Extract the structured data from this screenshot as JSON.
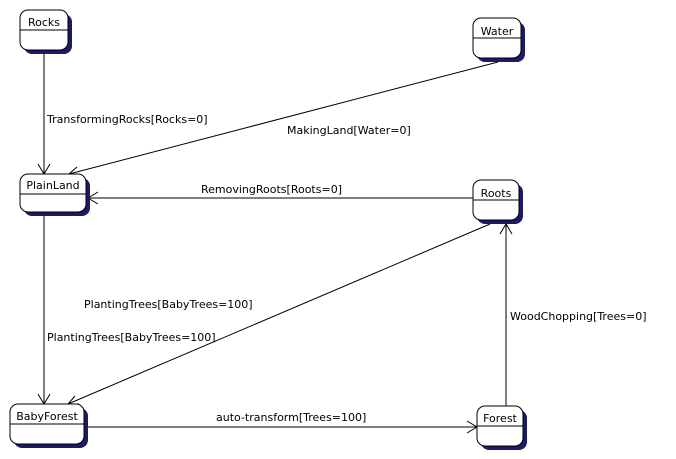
{
  "states": {
    "rocks": "Rocks",
    "water": "Water",
    "plain_land": "PlainLand",
    "roots": "Roots",
    "baby_forest": "BabyForest",
    "forest": "Forest"
  },
  "transitions": {
    "rocks_to_plainland": "TransformingRocks[Rocks=0]",
    "water_to_plainland": "MakingLand[Water=0]",
    "roots_to_plainland": "RemovingRoots[Roots=0]",
    "roots_to_babyforest": "PlantingTrees[BabyTrees=100]",
    "plainland_to_babyforest": "PlantingTrees[BabyTrees=100]",
    "babyforest_to_forest": "auto-transform[Trees=100]",
    "forest_to_roots": "WoodChopping[Trees=0]"
  }
}
